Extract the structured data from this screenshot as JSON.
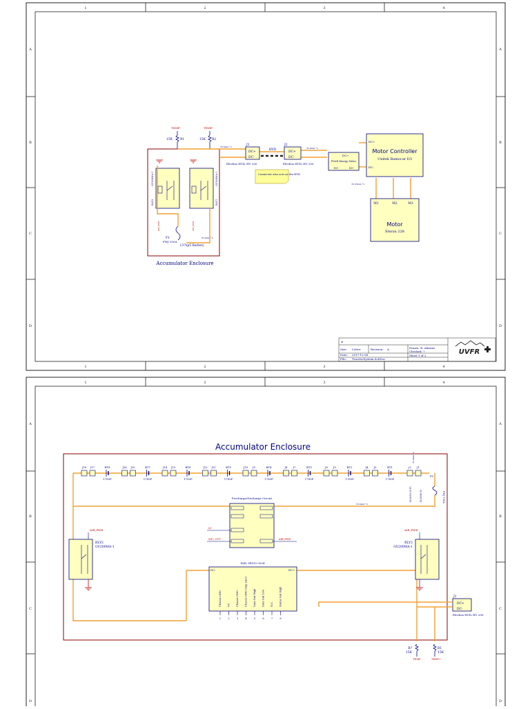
{
  "colors": {
    "frame": "#8b0000",
    "wire": "#f0a030",
    "part": "#000080",
    "partFill": "#ffffc0",
    "text": "#000080",
    "grid": "#202020",
    "enclosure": "#8b0000",
    "accent": "#c00000",
    "note": "#ffff99"
  },
  "sheet1": {
    "grid_cols": [
      "1",
      "2",
      "3",
      "4"
    ],
    "grid_rows": [
      "A",
      "B",
      "C",
      "D"
    ],
    "labels": {
      "temp1": "TEMP-",
      "temp2": "TEMP-",
      "r1": "15K",
      "r1_des": "R1",
      "r2": "15K",
      "r2_des": "R2",
      "j1": "J1",
      "j2": "J2",
      "dc_plus_1": "DC+",
      "dc_minus_1": "DC-",
      "dc_plus_2": "DC+",
      "dc_minus_2": "DC-",
      "hvd": "HVD",
      "wire_a": "35 4mm^2",
      "wire_b": "35 4mm^2",
      "wire_c": "35 4mm^2",
      "wire_d": "35 25mm^2",
      "j1_part": "Elecbus HVIL HV 200",
      "j2_part": "Elecbus HVIL HV 200",
      "note": "Connector also acts as the HVD",
      "pssr": "PS&R Energy Meter",
      "pssr_dcp": "DC+",
      "pssr_dcm_l": "DC-",
      "pssr_dcm_r": "DC-",
      "mc_dcp": "DC+",
      "mc_dcm": "DC-",
      "mc_title": "Motor Controller",
      "mc_sub": "Unitek Bamocar D3",
      "m1": "M1",
      "m2": "M2",
      "m3": "M3",
      "motor_title": "Motor",
      "motor_sub": "Emrax 228",
      "rly_left": "RLY2",
      "rly_right": "RLY1",
      "rly_left_part": "GV200MA-1",
      "rly_right_part": "GV200MA-1",
      "air_pwr_l": "AIR_PWR",
      "air_pwr_r": "AIR_PWR",
      "f1": "F1",
      "fuse_part": "FWJ-150A",
      "battery": "137sp5 Battery",
      "enclosure_title": "Accumulator Enclosure"
    },
    "titleblock": {
      "title": "#",
      "size_label": "Size:",
      "size": "Letter",
      "revision_label": "Revision:",
      "revision": "A",
      "drawn": "Drawn: R. Abrams",
      "checked": "Checked: ?",
      "date_label": "Date:",
      "date": "2017-12-04",
      "sheet": "Sheet 1 of 2",
      "file_label": "File:",
      "file": "TractiveSystem.SchDoc",
      "logo": "UVFR"
    }
  },
  "sheet2": {
    "grid_cols": [
      "1",
      "2",
      "3",
      "4"
    ],
    "grid_rows": [
      "A",
      "B",
      "C",
      "D"
    ],
    "title": "Accumulator Enclosure",
    "cells": [
      {
        "jl": "J18",
        "jr": "J17",
        "bt": "BT8",
        "part": "17S5P"
      },
      {
        "jl": "J16",
        "jr": "J15",
        "bt": "BT7",
        "part": "17S5P"
      },
      {
        "jl": "J14",
        "jr": "J13",
        "bt": "BT6",
        "part": "17S5P"
      },
      {
        "jl": "J12",
        "jr": "J11",
        "bt": "BT5",
        "part": "17S5P"
      },
      {
        "jl": "J10",
        "jr": "J9",
        "bt": "BT4",
        "part": "17S5P"
      },
      {
        "jl": "J8",
        "jr": "J7",
        "bt": "BT3",
        "part": "17S5P"
      },
      {
        "jl": "J6",
        "jr": "J5",
        "bt": "BT2",
        "part": "17S5P"
      },
      {
        "jl": "J4",
        "jr": "J3",
        "bt": "BT1",
        "part": "17S5P"
      }
    ],
    "labels": {
      "j2": "J2",
      "j1": "J1",
      "f1": "F1",
      "fuse_part": "FWJ-150A",
      "bus_part": "RL0016-35-F1",
      "bus_part2": "RL0008-50",
      "wire_top": "35 4mm^2",
      "wire_mid": "35 4mm^2",
      "precharge_title": "Precharge/Discharge Circuit",
      "lv": "LV",
      "sdc_out": "SDC_OUT",
      "air_pwr_pc": "AIR_PWR",
      "air_pwr_l": "AIR_PWR",
      "air_pwr_r": "AIR_PWR",
      "rly_l": "RLY2",
      "rly_l_part": "GV200MA-1",
      "rly_r": "RLY2",
      "rly_r_part": "GV200MA-1",
      "imd_title": "IMD, IR155-3204",
      "imd_dcm": "DC-",
      "imd_dcp": "DC+",
      "imd_pins": [
        "Chassis GND",
        "VC",
        "Chassis GND",
        "Chassis GND (Sep Line)",
        "Data Out High",
        "Data Out Low",
        "N.C.",
        "Status Out High"
      ],
      "imd_pin_nums": [
        "1",
        "2",
        "3",
        "4",
        "5",
        "6",
        "7",
        "8"
      ],
      "j1_right": "J1",
      "j1_dcp": "DC+",
      "j1_dcm": "DC-",
      "j1_part": "Elecbus HVIL HV 200",
      "r_left": "R?",
      "r_left_val": "15K",
      "r_right": "R1",
      "r_right_val": "15K",
      "temp_l": "TEMP",
      "temp_r": "TEMP+"
    }
  }
}
